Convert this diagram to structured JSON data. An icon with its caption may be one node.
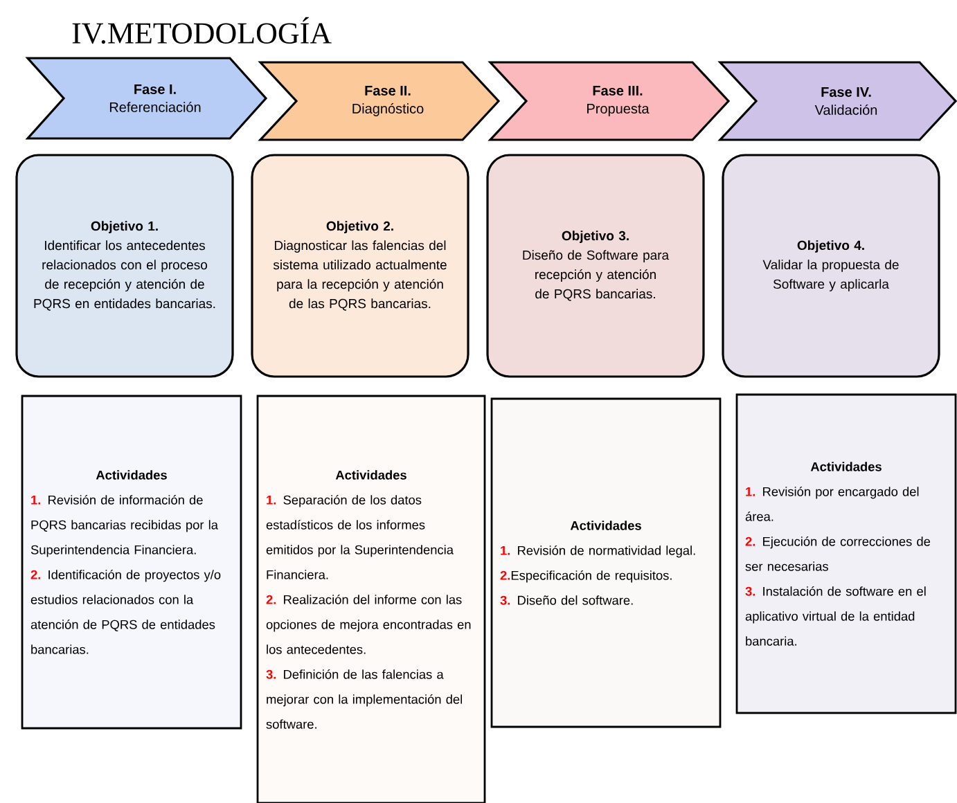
{
  "diagram": {
    "title": "IV.METODOLOGÍA",
    "nodes": [
      {
        "text": [
          "Fase I.",
          "Referenciación"
        ]
      },
      {
        "text": [
          "Fase II.",
          "Diagnóstico"
        ]
      },
      {
        "text": [
          "Fase III.",
          "Propuesta"
        ]
      },
      {
        "text": [
          "Fase IV.",
          "Validación"
        ]
      },
      {
        "text": [
          "Objetivo 1.",
          "Identificar los antecedentes relacionados con el proceso de recepción y atención de PQRS en entidades bancarias."
        ]
      },
      {
        "text": [
          "Objetivo 2.",
          "Diagnosticar las falencias del sistema utilizado actualmente para la recepción y atención de las PQRS bancarias."
        ]
      },
      {
        "text": [
          "Objetivo 3.",
          "Diseño de Software para recepción y atención de PQRS bancarias."
        ]
      },
      {
        "text": [
          "Objetivo 4.",
          "Validar la propuesta de Software y aplicarla"
        ]
      },
      {
        "text": [
          "Actividades",
          "**1.** Revisión de información de PQRS bancarias recibidas por la Superintendencia Financiera.",
          "**2.** Identificación de proyectos y/o estudios relacionados con la atención de PQRS de entidades bancarias."
        ]
      },
      {
        "text": [
          "Actividades",
          "**1.** Separación de los datos estadísticos de los informes emitidos por la Superintendencia Financiera.",
          "**2.** Realización del informe con las opciones de mejora encontradas en los antecedentes.",
          "**3.** Definición de las falencias a mejorar con la implementación del software."
        ]
      },
      {
        "text": [
          "Actividades",
          "**1.** Revisión de normatividad legal.",
          "**2.**Especificación de requisitos.",
          "**3.** Diseño del software."
        ]
      },
      {
        "text": [
          "Actividades",
          "**1.** Revisión por encargado del área.",
          "**2.** Ejecución de correcciones de ser necesarias",
          "**3.** Instalación de software en el aplicativo virtual de la entidad bancaria."
        ]
      }
    ]
  }
}
